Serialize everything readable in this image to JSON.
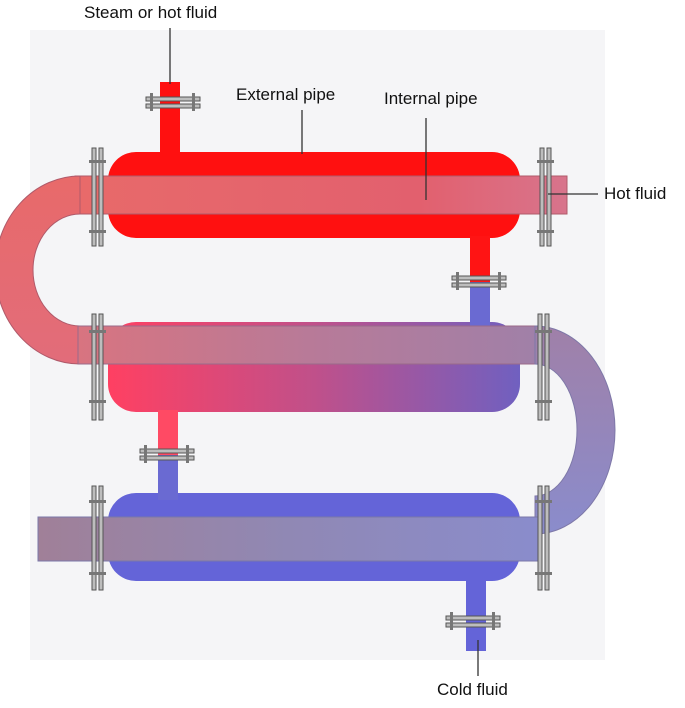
{
  "labels": {
    "steam": "Steam or hot fluid",
    "external_pipe": "External pipe",
    "internal_pipe": "Internal pipe",
    "hot_fluid": "Hot fluid",
    "cold_fluid": "Cold fluid"
  },
  "colors": {
    "hot_shell": "#ff0f0f",
    "mid_shell_start": "#ff4060",
    "mid_shell_end": "#8060b8",
    "cold_shell": "#6464d8",
    "inner_pipe_hot": "#e86a6a",
    "inner_pipe_cold": "#8a8ccc",
    "flange": "#9a9a9a"
  }
}
